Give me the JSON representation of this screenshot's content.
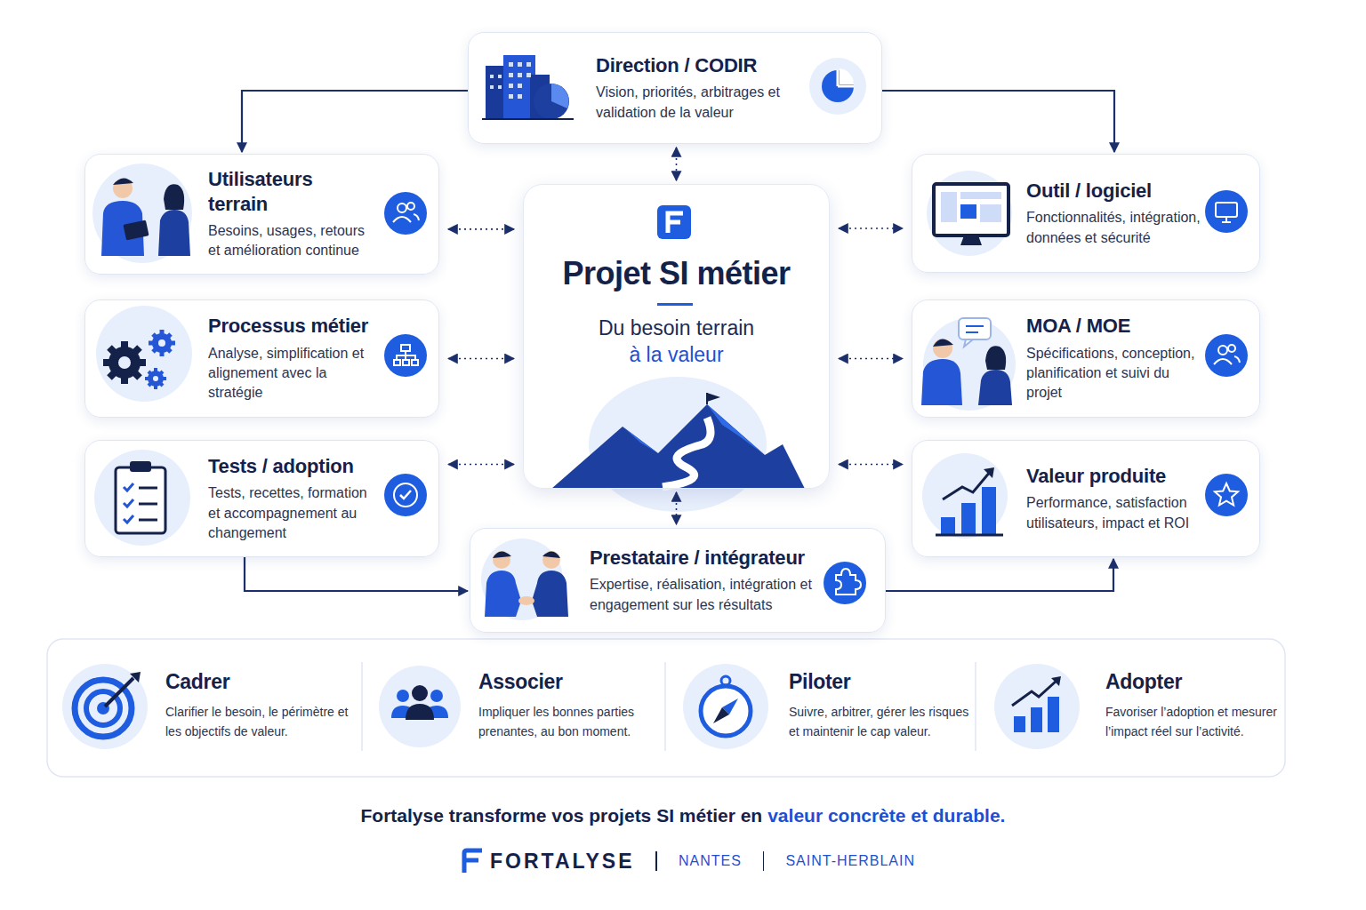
{
  "diagram": {
    "caption": "Fortalyse transforme vos projets SI métier en",
    "nodes": [
      {
        "text": [
          "Direction / CODIR",
          "Vision, priorités, arbitrages et validation de la valeur"
        ]
      },
      {
        "text": [
          "Utilisateurs terrain",
          "Besoins, usages, retours et amélioration continue"
        ]
      },
      {
        "text": [
          "Projet SI métier",
          "Du besoin terrain",
          "à la valeur"
        ]
      },
      {
        "text": [
          "Outil / logiciel",
          "Fonctionnalités, intégration, données et sécurité"
        ]
      },
      {
        "text": [
          "Processus métier",
          "Analyse, simplification et alignement avec la stratégie"
        ]
      },
      {
        "text": [
          "MOA / MOE",
          "Spécifications, conception, planification et suivi du projet"
        ]
      },
      {
        "text": [
          "Tests / adoption",
          "Tests, recettes, formation et accompagnement au changement"
        ]
      },
      {
        "text": [
          "Valeur produite",
          "Performance, satisfaction utilisateurs, impact et ROI"
        ]
      },
      {
        "text": [
          "Prestataire / intégrateur",
          "Expertise, réalisation, intégration et engagement sur les résultats"
        ]
      },
      {
        "text": [
          "Cadrer",
          "Clarifier le besoin, le périmètre et les objectifs de valeur."
        ]
      },
      {
        "text": [
          "Associer",
          "Impliquer les bonnes parties prenantes, au bon moment."
        ]
      },
      {
        "text": [
          "Piloter",
          "Suivre, arbitrer, gérer les risques et maintenir le cap valeur."
        ]
      },
      {
        "text": [
          "Adopter",
          "Favoriser l’adoption et mesurer l’impact réel sur l’activité."
        ]
      }
    ],
    "edges": [
      {
        "from": 0,
        "to": 1,
        "arrow": "to"
      },
      {
        "from": 0,
        "to": 3,
        "arrow": "to"
      },
      {
        "from": 1,
        "to": 2,
        "arrow": "both"
      },
      {
        "from": 4,
        "to": 2,
        "arrow": "both"
      },
      {
        "from": 6,
        "to": 2,
        "arrow": "both"
      },
      {
        "from": 2,
        "to": 3,
        "arrow": "both"
      },
      {
        "from": 2,
        "to": 5,
        "arrow": "both"
      },
      {
        "from": 2,
        "to": 7,
        "arrow": "both"
      },
      {
        "from": 0,
        "to": 2,
        "arrow": "both"
      },
      {
        "from": 2,
        "to": 8,
        "arrow": "both"
      },
      {
        "from": 6,
        "to": 8,
        "arrow": "to"
      },
      {
        "from": 8,
        "to": 7,
        "arrow": "to"
      }
    ],
    "labels": [
      "valeur concrète et durable.",
      "FORTALYSE",
      "NANTES",
      "SAINT-HERBLAIN"
    ]
  }
}
